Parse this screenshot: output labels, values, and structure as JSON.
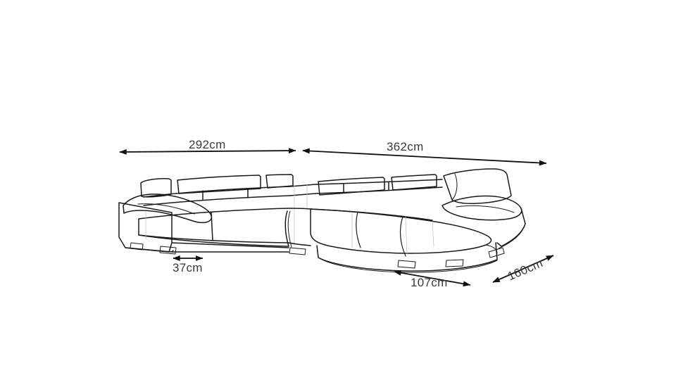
{
  "drawing": {
    "title": "Sectional sofa dimension drawing",
    "subject": "u-shaped-sectional-sofa",
    "background_color": "#ffffff",
    "line_color": "#1a1a1a",
    "text_color": "#3a3a3a",
    "unit": "cm"
  },
  "dimensions": {
    "top_left": {
      "value": "292cm",
      "name": "left-section-length",
      "arrow": "double-headed-horizontal"
    },
    "top_right": {
      "value": "362cm",
      "name": "right-section-length",
      "arrow": "double-headed-sloped"
    },
    "bottom_left": {
      "value": "37cm",
      "name": "left-section-depth-detail",
      "arrow": "double-headed-horizontal"
    },
    "bottom_center": {
      "value": "107cm",
      "name": "chaise-width",
      "arrow": "double-headed-horizontal"
    },
    "bottom_right": {
      "value": "160cm",
      "name": "chaise-depth",
      "arrow": "double-headed-diagonal"
    }
  }
}
